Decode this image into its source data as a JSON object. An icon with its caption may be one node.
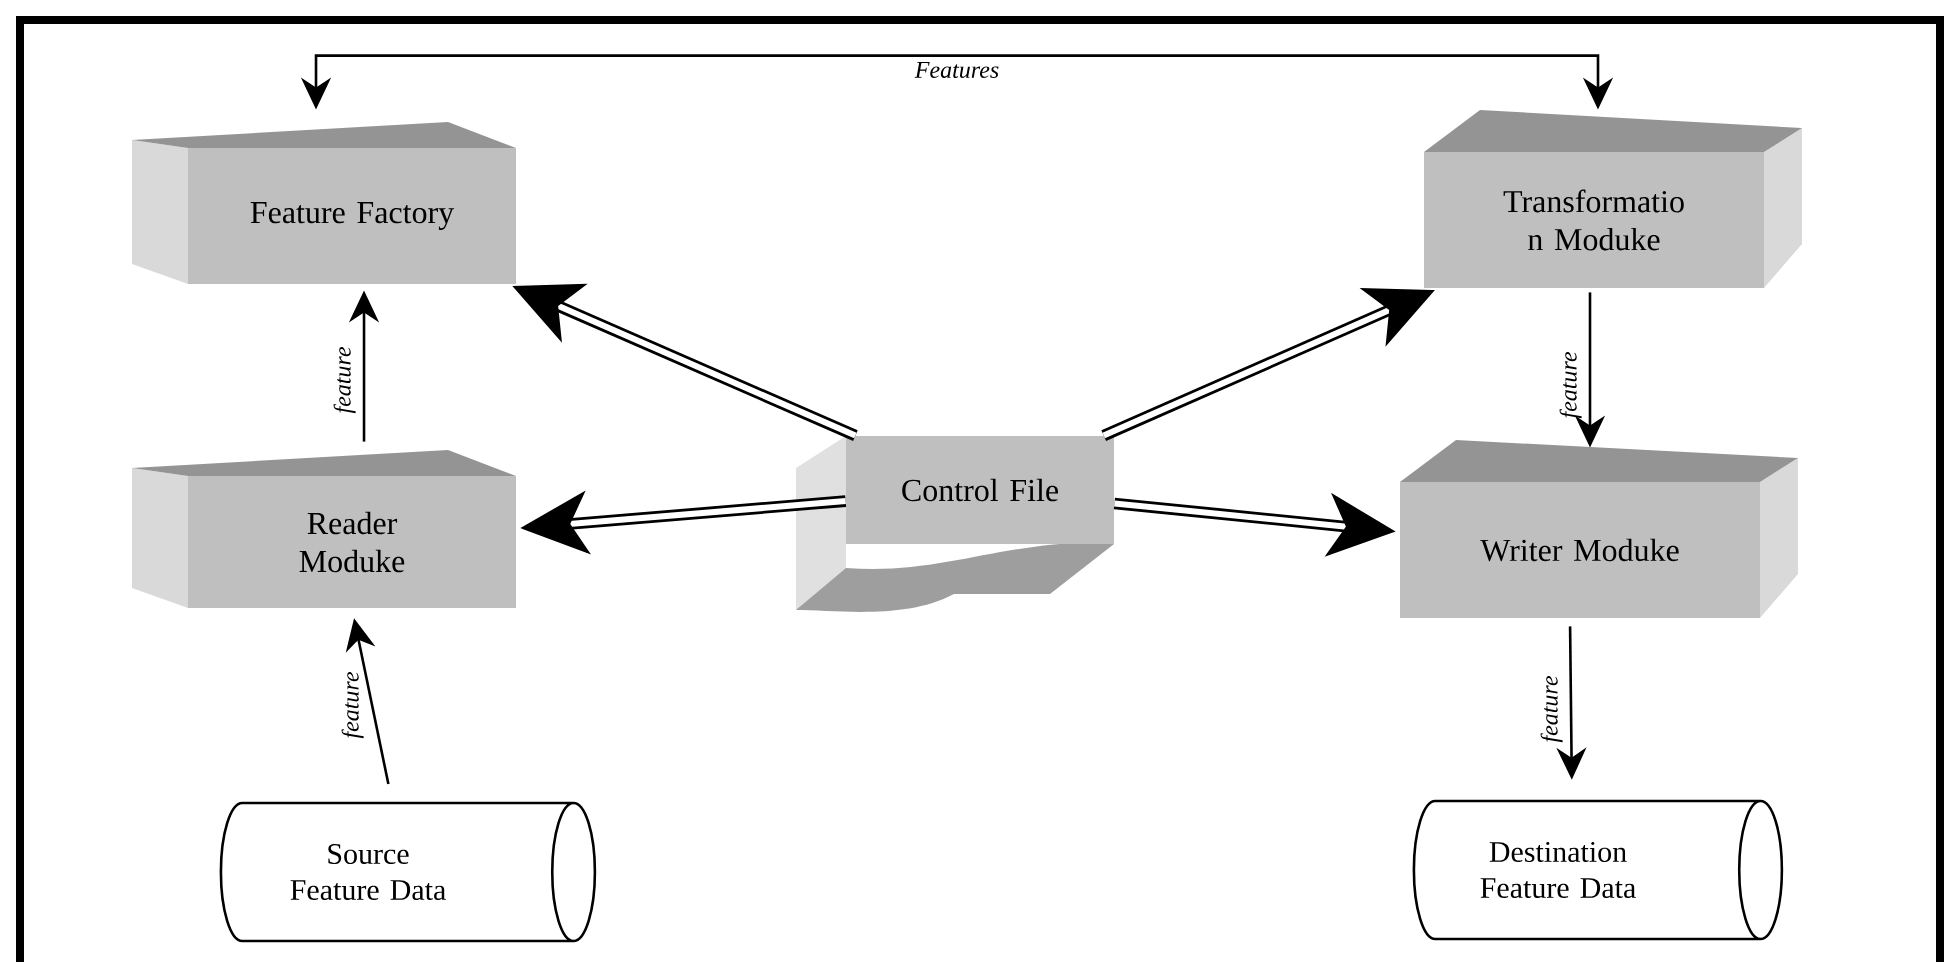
{
  "diagram": {
    "nodes": [
      {
        "text": [
          "Feature Factory"
        ]
      },
      {
        "text": [
          "Transformatio n Moduke"
        ]
      },
      {
        "text": [
          "Reader Moduke"
        ]
      },
      {
        "text": [
          "Control File"
        ]
      },
      {
        "text": [
          "Writer Moduke"
        ]
      },
      {
        "text": [
          "Source Feature Data"
        ]
      },
      {
        "text": [
          "Destination Feature Data"
        ]
      }
    ],
    "edges": [
      {
        "from": 0,
        "to": 1,
        "arrow": "both",
        "label": "Features"
      },
      {
        "from": 2,
        "to": 0,
        "arrow": "to",
        "label": "feature"
      },
      {
        "from": 5,
        "to": 2,
        "arrow": "to",
        "label": "feature"
      },
      {
        "from": 1,
        "to": 4,
        "arrow": "to",
        "label": "feature"
      },
      {
        "from": 4,
        "to": 6,
        "arrow": "to",
        "label": "feature"
      },
      {
        "from": 3,
        "to": 0,
        "arrow": "to",
        "style": "thick"
      },
      {
        "from": 3,
        "to": 1,
        "arrow": "to",
        "style": "thick"
      },
      {
        "from": 3,
        "to": 2,
        "arrow": "to",
        "style": "thick"
      },
      {
        "from": 3,
        "to": 4,
        "arrow": "to",
        "style": "thick"
      }
    ]
  }
}
